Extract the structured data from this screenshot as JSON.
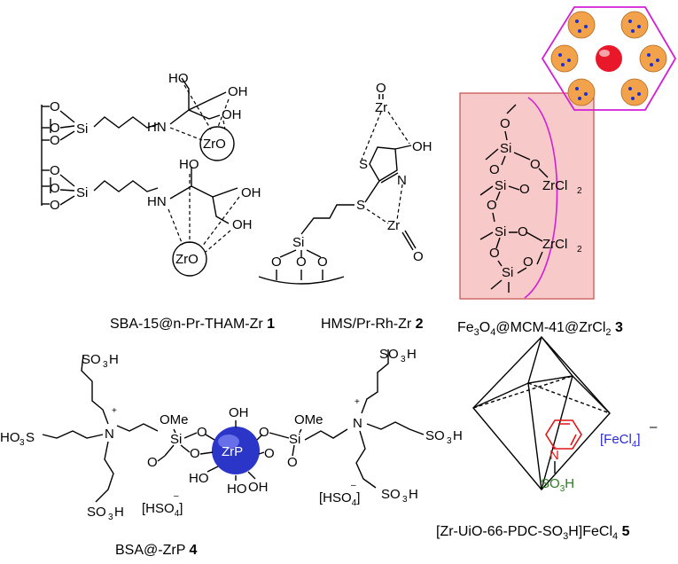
{
  "colors": {
    "accent_magenta": "#d21fd6",
    "panel_pink": "#f7c9c9",
    "panel_border": "#c74b4b",
    "sphere_orange": "#f2a24b",
    "sphere_red": "#e8182a",
    "dot_blue": "#1a2fd6",
    "zrp_blue": "#2b36c9",
    "pyridinium_red": "#e11414",
    "so3h_green": "#2a7a1f",
    "fecl4_blue": "#2a2ad6"
  },
  "labels": {
    "si": "Si",
    "o": "O",
    "hn": "HN",
    "ho": "HO",
    "oh": "OH",
    "zro": "ZrO",
    "zr": "Zr",
    "s": "S",
    "n": "N",
    "ome": "OMe",
    "zrcl": "ZrCl",
    "two": "2",
    "zrp": "ZrP",
    "so3h": "SO",
    "three": "3",
    "h": "H",
    "ho3s": "HO",
    "s_tail": "S",
    "plus": "+",
    "minus": "–",
    "hso4": "[HSO",
    "four": "4",
    "bracket_close": "]",
    "fecl4": "[FeCl",
    "n_plus": "N"
  },
  "captions": {
    "c1": "SBA-15@n-Pr-THAM-Zr ",
    "c1_num": "1",
    "c2": "HMS/Pr-Rh-Zr ",
    "c2_num": "2",
    "c3a": "Fe",
    "c3b": "3",
    "c3c": "O",
    "c3d": "4",
    "c3e": "@MCM-41@ZrCl",
    "c3f": "2",
    "c3_num": "3",
    "c4": "BSA@-ZrP ",
    "c4_num": "4",
    "c5a": "[Zr-UiO-66-PDC-SO",
    "c5b": "3",
    "c5c": "H]FeCl",
    "c5d": "4",
    "c5_num": "5"
  }
}
